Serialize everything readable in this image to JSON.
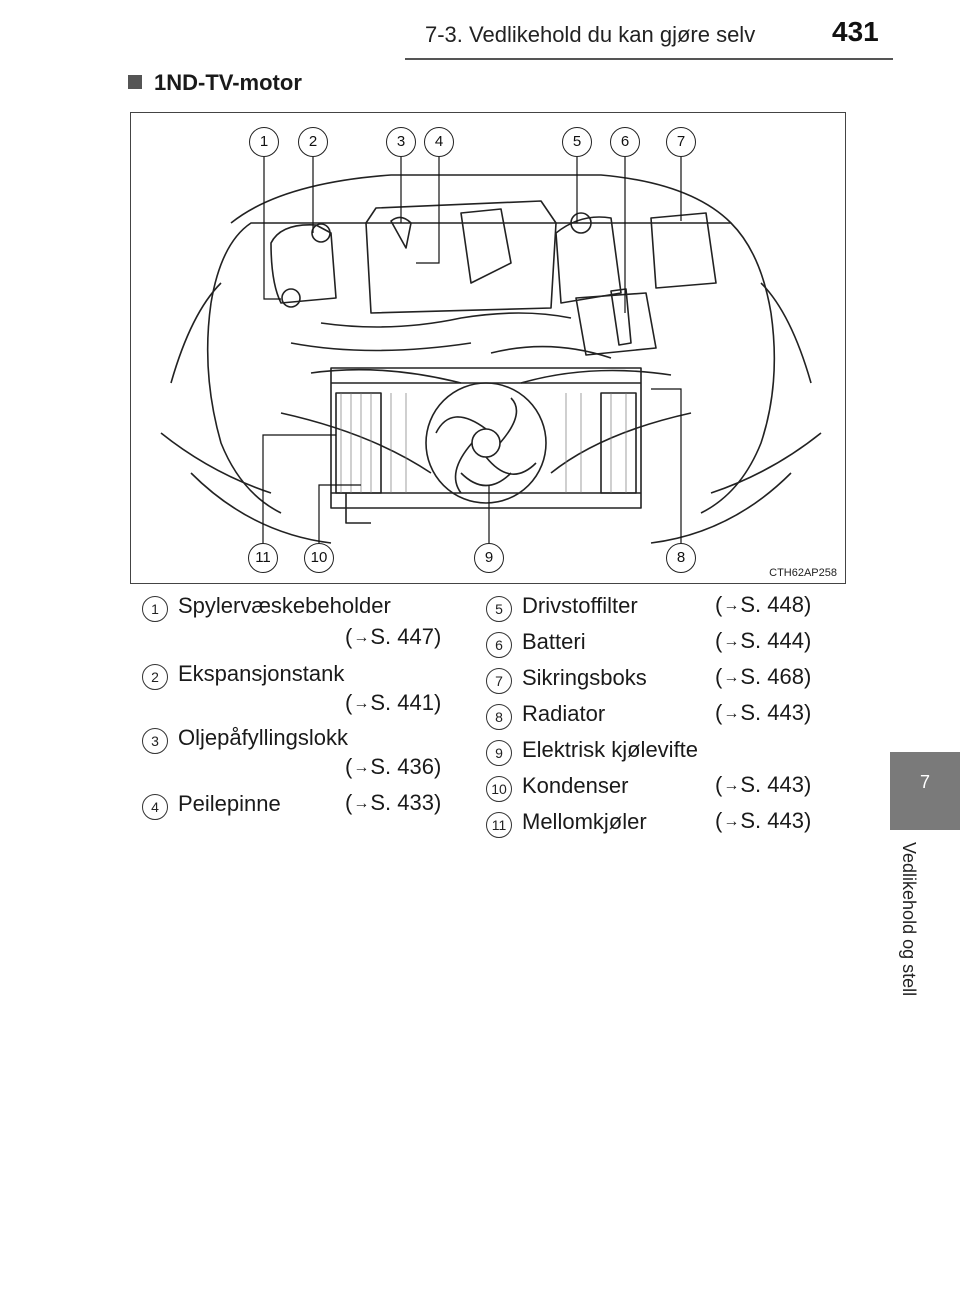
{
  "header": {
    "section": "7-3. Vedlikehold du kan gjøre selv",
    "page_number": "431"
  },
  "side_tab": {
    "chapter": "7",
    "label": "Vedlikehold og stell"
  },
  "section_title": "1ND-TV-motor",
  "figure": {
    "code": "CTH62AP258",
    "callouts": [
      "1",
      "2",
      "3",
      "4",
      "5",
      "6",
      "7",
      "8",
      "9",
      "10",
      "11"
    ]
  },
  "legend": [
    {
      "num": "1",
      "label": "Spylervæskebeholder",
      "ref": "S. 447"
    },
    {
      "num": "2",
      "label": "Ekspansjonstank",
      "ref": "S. 441"
    },
    {
      "num": "3",
      "label": "Oljepåfyllingslokk",
      "ref": "S. 436"
    },
    {
      "num": "4",
      "label": "Peilepinne",
      "ref": "S. 433"
    },
    {
      "num": "5",
      "label": "Drivstoffilter",
      "ref": "S. 448"
    },
    {
      "num": "6",
      "label": "Batteri",
      "ref": "S. 444"
    },
    {
      "num": "7",
      "label": "Sikringsboks",
      "ref": "S. 468"
    },
    {
      "num": "8",
      "label": "Radiator",
      "ref": "S. 443"
    },
    {
      "num": "9",
      "label": "Elektrisk kjølevifte",
      "ref": ""
    },
    {
      "num": "10",
      "label": "Kondenser",
      "ref": "S. 443"
    },
    {
      "num": "11",
      "label": "Mellomkjøler",
      "ref": "S. 443"
    }
  ]
}
